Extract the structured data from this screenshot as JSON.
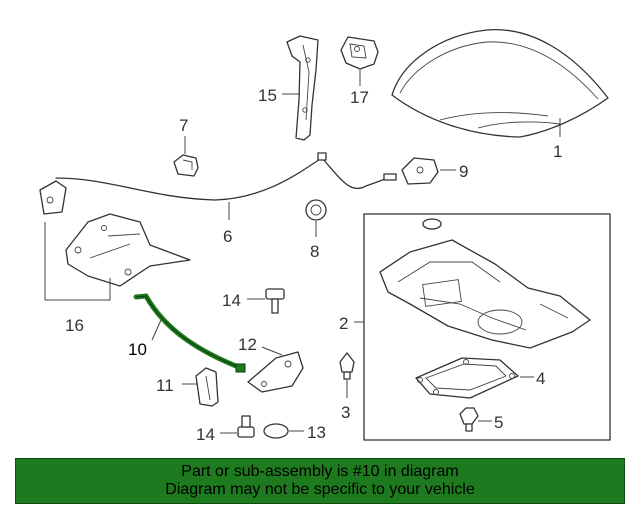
{
  "callouts": {
    "c1": "1",
    "c2": "2",
    "c3": "3",
    "c4": "4",
    "c5": "5",
    "c6": "6",
    "c7": "7",
    "c8": "8",
    "c9": "9",
    "c10": "10",
    "c11": "11",
    "c12": "12",
    "c13": "13",
    "c14a": "14",
    "c14b": "14",
    "c15": "15",
    "c16": "16",
    "c17": "17"
  },
  "banner": {
    "line1": "Part or sub-assembly is #10 in diagram",
    "line2": "Diagram may not be specific to your vehicle"
  },
  "colors": {
    "highlight_part": "#1e7a1e",
    "banner_bg": "#1e7a1e"
  }
}
